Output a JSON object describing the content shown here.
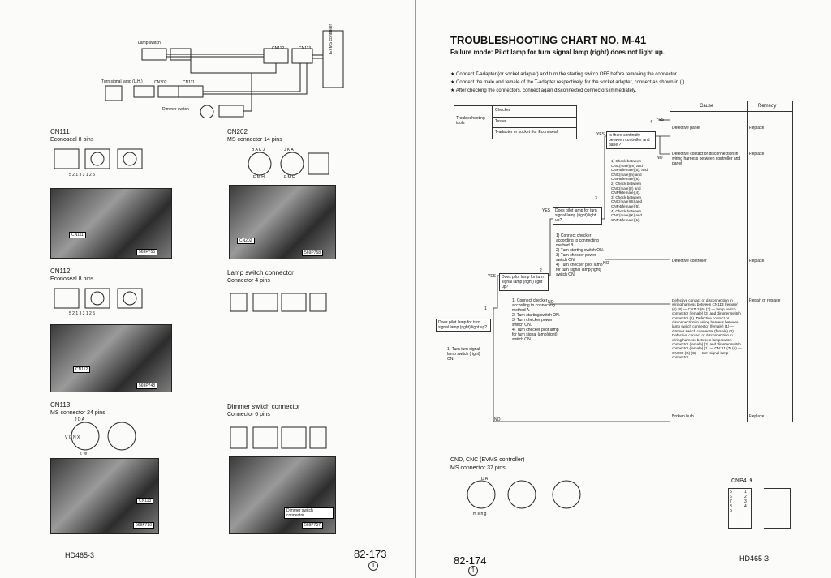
{
  "left_page": {
    "diagram_labels": {
      "lamp_switch": "Lamp switch",
      "turn_signal_lamp": "Turn signal lamp (L.H.)",
      "cn202": "CN202",
      "cn111": "CN111",
      "cn112": "CN112",
      "cn113": "CN113",
      "dimmer_switch": "Dimmer switch",
      "evms_controller": "EVMS controller"
    },
    "connectors": [
      {
        "id": "CN111",
        "desc": "Econoseal 8 pins",
        "photo_label": "CN111",
        "photo_ref": "569P755"
      },
      {
        "id": "CN202",
        "desc": "MS connector 14 pins",
        "photo_label": "CN202",
        "photo_ref": "569P758"
      },
      {
        "id": "CN112",
        "desc": "Econoseal 8 pins",
        "photo_label": "CN112",
        "photo_ref": "569P748"
      },
      {
        "id": "Lamp switch connector",
        "desc": "Connector 4 pins"
      },
      {
        "id": "CN113",
        "desc": "MS connector 24 pins",
        "photo_label": "CN113",
        "photo_ref": "569P720"
      },
      {
        "id": "Dimmer switch connector",
        "desc": "Connector 6 pins",
        "photo_label": "Dimmer switch connector",
        "photo_ref": "569P757"
      }
    ],
    "pin_rows": {
      "cn111": "5 2   1 3   3 1   2 5",
      "cn202_top": "B A K J",
      "cn202_bot": "E M H",
      "cn202_top2": "J K A",
      "cn202_bot2": "F M E",
      "cn112": "5 2   1 3   3 1   2 5",
      "cn113_top": "J   D   A",
      "cn113_bot": "Z   W",
      "cn113_mid": "V   G   N   X"
    },
    "footer_model": "HD465-3",
    "page_number": "82-173",
    "page_sub": "1"
  },
  "right_page": {
    "title": "TROUBLESHOOTING CHART  NO. M-41",
    "failure_mode": "Failure mode:  Pilot lamp for turn signal lamp (right) does not light up.",
    "notes": [
      "★  Connect T-adapter (or socket adapter) and turn the starting switch OFF before removing the connector.",
      "★  Connect the male and female of the T-adapter respectively, for the socket adapter, connect as shown in (   ).",
      "★  After checking the connectors, connect again disconnected connectors immediately."
    ],
    "tools": {
      "label": "Troubleshooting tools",
      "items": [
        "Checker",
        "Tester",
        "T-adapter or socket (for Econoseal)"
      ]
    },
    "table_headers": {
      "cause": "Cause",
      "remedy": "Remedy"
    },
    "flow_boxes": [
      "Does pilot lamp for turn signal lamp (right) light up?",
      "1) Turn turn signal lamp switch (right) ON.",
      "Does pilot lamp for turn signal lamp (right) light up?",
      "1) Connect checker according to connecting method A.\n2) Turn starting switch ON.\n3) Turn checker power switch ON.\n4) Turn checker pilot lamp for turn signal lamp(right) switch ON.",
      "Does pilot lamp for turn signal lamp (right) light up?",
      "1) Connect checker according to connecting method B.\n2) Turn starting switch ON.\n3) Turn checker power switch ON.\n4) Turn checker pilot lamp for turn signal lamp(right) switch ON.",
      "Is there continuity between controller and panel?",
      "1) Check between CNC(male)(m) and CNP4(female)(5), and CNC(male)(n) and CNP8(female)(8).\n2) Check between CNC(male)(r) and CNP9(female)(4).\n3) Check between CNC(male)(S) and CNP4(female)(6).\n4) Check between CNC(male)(K) and CNP4(female)(1)."
    ],
    "branch_labels": {
      "yes": "YES",
      "no": "NO",
      "n1": "1",
      "n2": "2",
      "n3": "3",
      "n4": "4"
    },
    "causes": [
      {
        "cause": "Defective panel",
        "remedy": "Replace"
      },
      {
        "cause": "Defective contact or disconnection in wiring harness between controller and panel",
        "remedy": "Replace"
      },
      {
        "cause": "Defective controller",
        "remedy": "Replace"
      },
      {
        "cause": "Defective contact or disconnection in wiring harness between CN113 (female) (6) (8) — CN112 (6) (7) — lamp switch connector (female) (3) and dimmer switch connector (1).\nDefective contact or disconnection in wiring harness between lamp switch connector (female) (1) — dimmer switch connector (female) (2).\nDefective contact or disconnection in wiring harness between lamp switch connector (female) (3) and dimmer switch connector (female) (1) — CN111 (7) (5) — CN202 (G) (C) — turn signal lamp connector",
        "remedy": "Repair or replace"
      },
      {
        "cause": "Broken bulb",
        "remedy": "Replace"
      }
    ],
    "connector_cnd": {
      "title": "CND, CNC (EVMS controller)",
      "desc": "MS connector 37 pins",
      "pin_top": "D    A",
      "pin_bot": "m  s  h  g"
    },
    "connector_cnp": {
      "title": "CNP4, 9",
      "pins_left": [
        "5",
        "6",
        "7",
        "8",
        "9"
      ],
      "pins_right": [
        "1",
        "2",
        "3",
        "4"
      ]
    },
    "page_number": "82-174",
    "page_sub": "1",
    "footer_model": "HD465-3"
  }
}
